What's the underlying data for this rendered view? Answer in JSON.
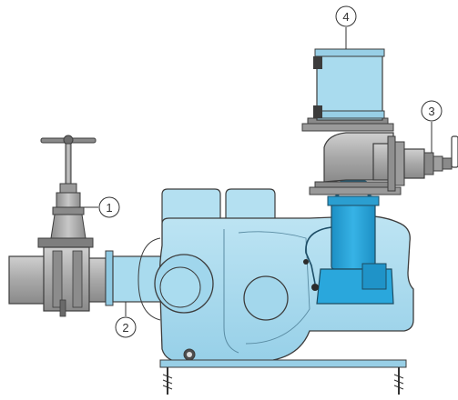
{
  "colors": {
    "tank": "#a9dbee",
    "tank_dark": "#7fc3e0",
    "pump": "#2aa7dc",
    "pump_dark": "#1688bb",
    "metal": "#a6a6a6",
    "metal_dark": "#707070",
    "outline": "#3c3c3c"
  },
  "callouts": [
    {
      "id": "1",
      "label": "①"
    },
    {
      "id": "2",
      "label": "②"
    },
    {
      "id": "3",
      "label": "③"
    },
    {
      "id": "4",
      "label": "④"
    }
  ]
}
